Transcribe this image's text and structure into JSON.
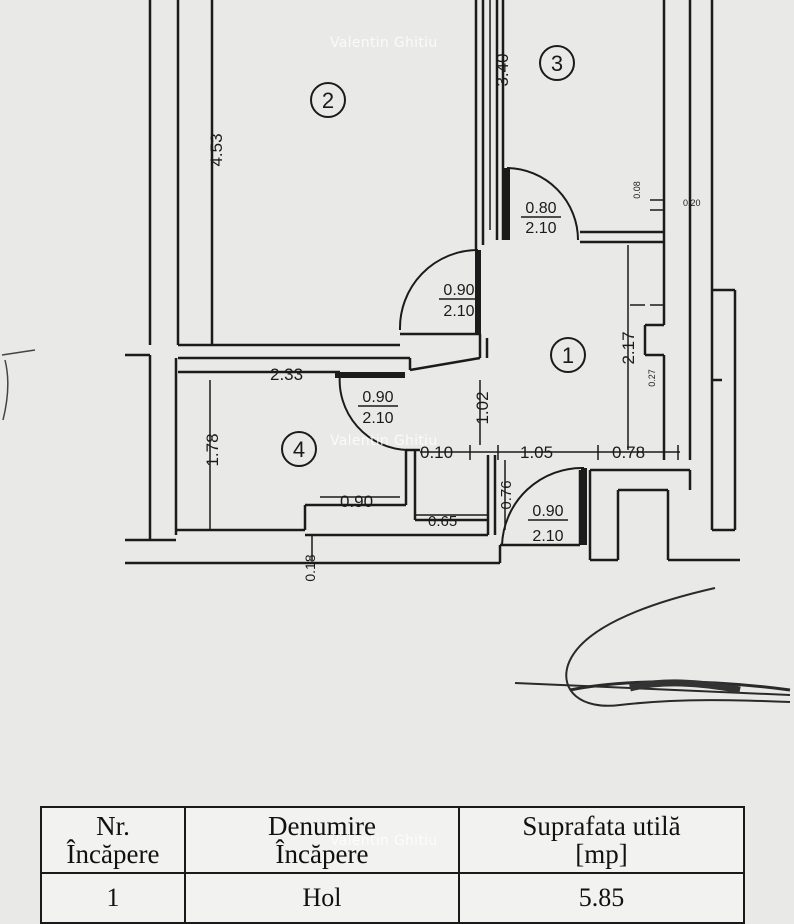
{
  "watermark": "Valentin Ghitiu",
  "rooms": [
    {
      "number": "1"
    },
    {
      "number": "2"
    },
    {
      "number": "3"
    },
    {
      "number": "4"
    }
  ],
  "dimensions": {
    "d_453": "4.53",
    "d_340": "3.40",
    "d_233": "2.33",
    "d_178": "1.78",
    "d_102": "1.02",
    "d_010": "0.10",
    "d_105": "1.05",
    "d_078": "0.78",
    "d_217": "2.17",
    "d_090": "0.90",
    "d_065": "0.65",
    "d_076": "0.76",
    "d_018": "0.18",
    "d_027": "0.27",
    "d_020": "0.20",
    "d_008": "0.08"
  },
  "doors": [
    {
      "width": "0.80",
      "height": "2.10"
    },
    {
      "width": "0.90",
      "height": "2.10"
    },
    {
      "width": "0.90",
      "height": "2.10"
    },
    {
      "width": "0.90",
      "height": "2.10"
    }
  ],
  "table": {
    "headers": [
      {
        "line1": "Nr.",
        "line2": "Încăpere"
      },
      {
        "line1": "Denumire",
        "line2": "Încăpere"
      },
      {
        "line1": "Suprafata utilă",
        "line2": "[mp]"
      }
    ],
    "rows": [
      [
        "1",
        "Hol",
        "5.85"
      ]
    ]
  }
}
